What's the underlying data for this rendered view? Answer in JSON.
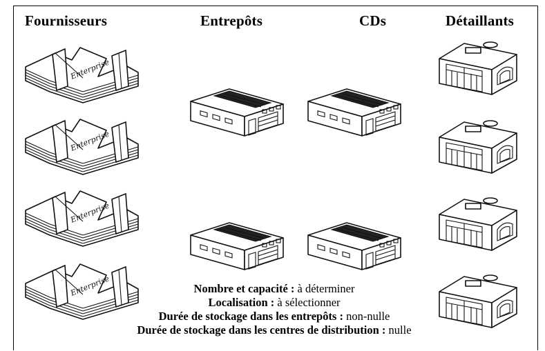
{
  "columns": {
    "suppliers": "Fournisseurs",
    "warehouses": "Entrepôts",
    "dcs": "CDs",
    "retailers": "Détaillants"
  },
  "supplier_sign": "Enterprise",
  "captions": [
    {
      "label": "Nombre et capacité :",
      "value": "à déterminer"
    },
    {
      "label": "Localisation :",
      "value": "à sélectionner"
    },
    {
      "label": "Durée de stockage dans les entrepôts :",
      "value": "non-nulle"
    },
    {
      "label": "Durée de stockage dans les centres de distribution :",
      "value": "nulle"
    }
  ]
}
